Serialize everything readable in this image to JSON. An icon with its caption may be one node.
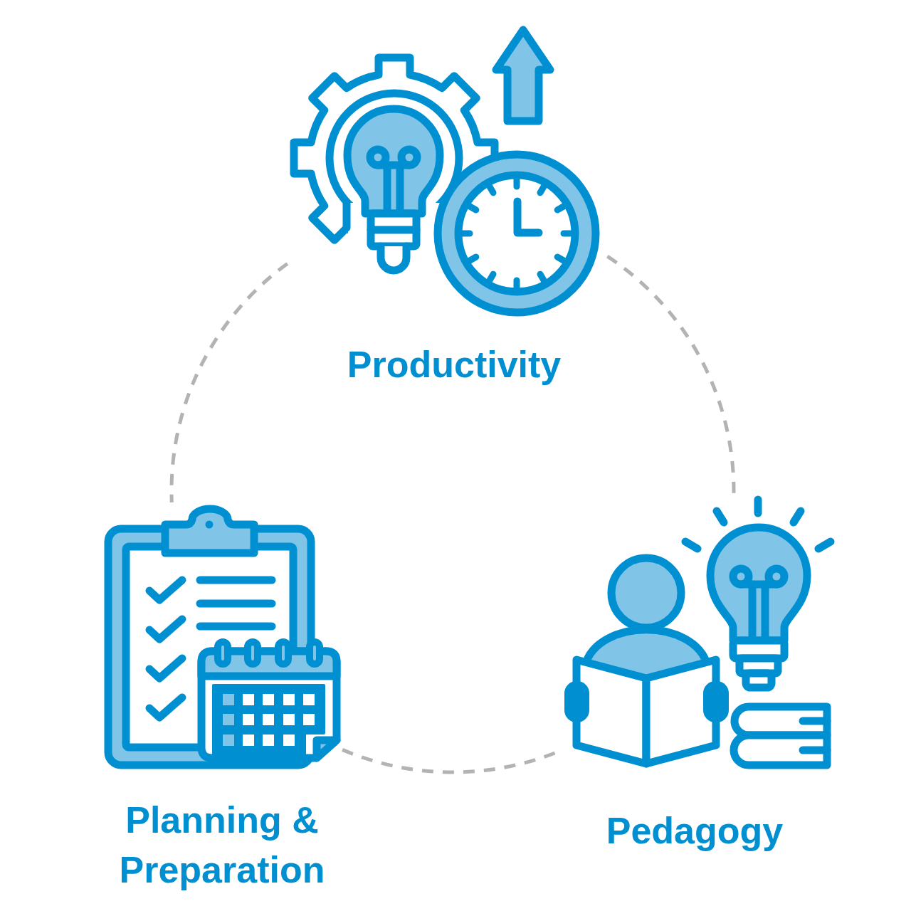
{
  "diagram": {
    "nodes": [
      {
        "text": [],
        "shape": "picture",
        "beside": [
          "Productivity"
        ]
      },
      {
        "text": [],
        "shape": "picture",
        "beside": [
          "Planning & Preparation"
        ]
      },
      {
        "text": [],
        "shape": "picture",
        "beside": [
          "Pedagogy"
        ]
      }
    ],
    "edges": [
      {
        "from": 0,
        "to": 1,
        "arrow": "none",
        "style": "dashed"
      },
      {
        "from": 1,
        "to": 2,
        "arrow": "none",
        "style": "dashed"
      },
      {
        "from": 2,
        "to": 0,
        "arrow": "none",
        "style": "dashed"
      }
    ]
  }
}
